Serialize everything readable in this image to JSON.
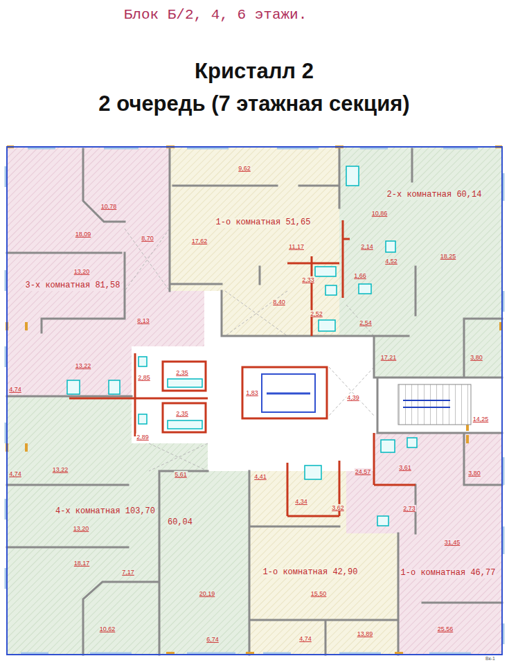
{
  "diagram": {
    "title": "Кристалл 2",
    "labels": [
      "Блок Б/2, 4, 6 этажи.",
      "2 очередь (7 этажная секция)",
      "9,62",
      "2-х комнатная 60,14",
      "10,78",
      "10,86",
      "1-о комнатная 51,65",
      "18,09",
      "8,70",
      "17,62",
      "11,17",
      "2,14",
      "18,25",
      "4,52",
      "13,20",
      "1,66",
      "2,33",
      "3-х комнатная 81,58",
      "8,40",
      "2,52",
      "8,13",
      "2,54",
      "17,21",
      "3,80",
      "13,22",
      "2,35",
      "2,85",
      "4,74",
      "1,83",
      "4,39",
      "2,35",
      "14,25",
      "2,89",
      "3,61",
      "13,22",
      "24,57",
      "3,80",
      "4,41",
      "5,61",
      "4,34",
      "3,62",
      "2,73",
      "4,74",
      "4-х комнатная 103,70",
      "60,04",
      "13,20",
      "31,45",
      "18,17",
      "7,17",
      "1-о комнатная 42,90",
      "1-о комнатная 46,77",
      "20,19",
      "15,50",
      "10,62",
      "25,56",
      "13,89",
      "4,74",
      "6,74",
      "Вк-1"
    ]
  }
}
